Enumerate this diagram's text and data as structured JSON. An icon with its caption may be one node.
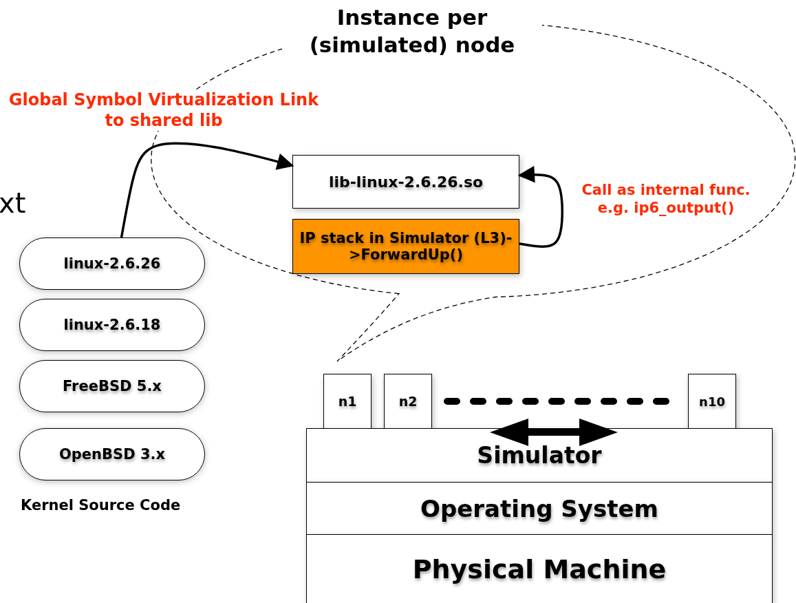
{
  "diagram": {
    "nodes": [
      {
        "text": [
          "Instance per (simulated) node"
        ]
      },
      {
        "text": [
          "lib-linux-2.6.26.so"
        ],
        "in": 0
      },
      {
        "text": [
          "IP stack in Simulator (L3)->ForwardUp()"
        ],
        "in": 0
      },
      {
        "text": [
          "linux-2.6.26"
        ]
      },
      {
        "text": [
          "linux-2.6.18"
        ]
      },
      {
        "text": [
          "FreeBSD 5.x"
        ]
      },
      {
        "text": [
          "OpenBSD 3.x"
        ]
      },
      {
        "text": [
          "n1"
        ]
      },
      {
        "text": [
          "n2"
        ]
      },
      {
        "text": [
          "n10"
        ]
      },
      {
        "text": [
          "Simulator"
        ]
      },
      {
        "text": [
          "Operating System"
        ]
      },
      {
        "text": [
          "Physical Machine"
        ]
      }
    ],
    "edges": [
      {
        "from": 3,
        "to": 1,
        "arrow": "to",
        "label": "Global Symbol Virtualization Link to shared lib"
      },
      {
        "from": 2,
        "to": 1,
        "arrow": "to",
        "label": "Call as internal func. e.g. ip6_output()"
      },
      {
        "from": 8,
        "to": 9,
        "arrow": "none",
        "style": "dashed"
      }
    ],
    "labels": [
      "xt",
      "Kernel Source Code"
    ]
  }
}
